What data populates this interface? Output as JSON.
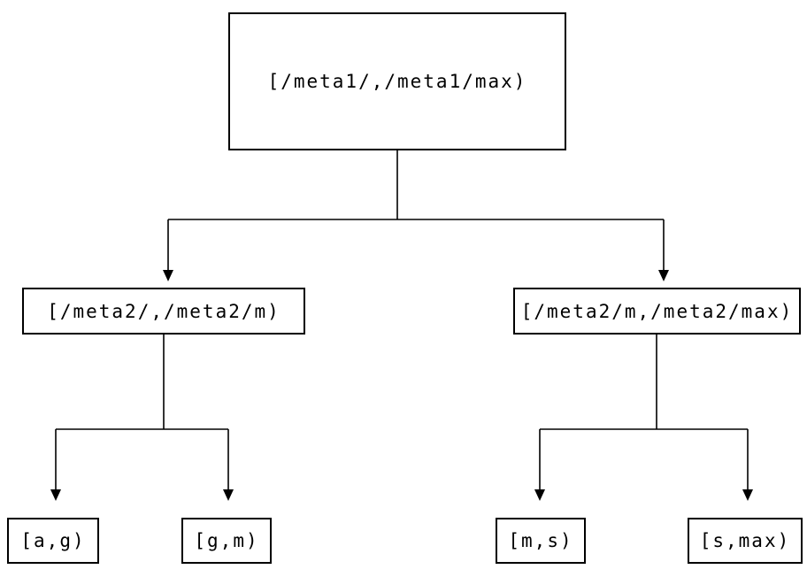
{
  "nodes": {
    "root": {
      "label": "[/meta1/,/meta1/max)"
    },
    "meta2_left": {
      "label": "[/meta2/,/meta2/m)"
    },
    "meta2_right": {
      "label": "[/meta2/m,/meta2/max)"
    },
    "leaf_ag": {
      "label": "[a,g)"
    },
    "leaf_gm": {
      "label": "[g,m)"
    },
    "leaf_ms": {
      "label": "[m,s)"
    },
    "leaf_smax": {
      "label": "[s,max)"
    }
  },
  "tree": {
    "edges": [
      {
        "from": "[/meta1/,/meta1/max)",
        "to": "[/meta2/,/meta2/m)"
      },
      {
        "from": "[/meta1/,/meta1/max)",
        "to": "[/meta2/m,/meta2/max)"
      },
      {
        "from": "[/meta2/,/meta2/m)",
        "to": "[a,g)"
      },
      {
        "from": "[/meta2/,/meta2/m)",
        "to": "[g,m)"
      },
      {
        "from": "[/meta2/m,/meta2/max)",
        "to": "[m,s)"
      },
      {
        "from": "[/meta2/m,/meta2/max)",
        "to": "[s,max)"
      }
    ],
    "line_color": "#000000",
    "background_color": "#ffffff"
  }
}
